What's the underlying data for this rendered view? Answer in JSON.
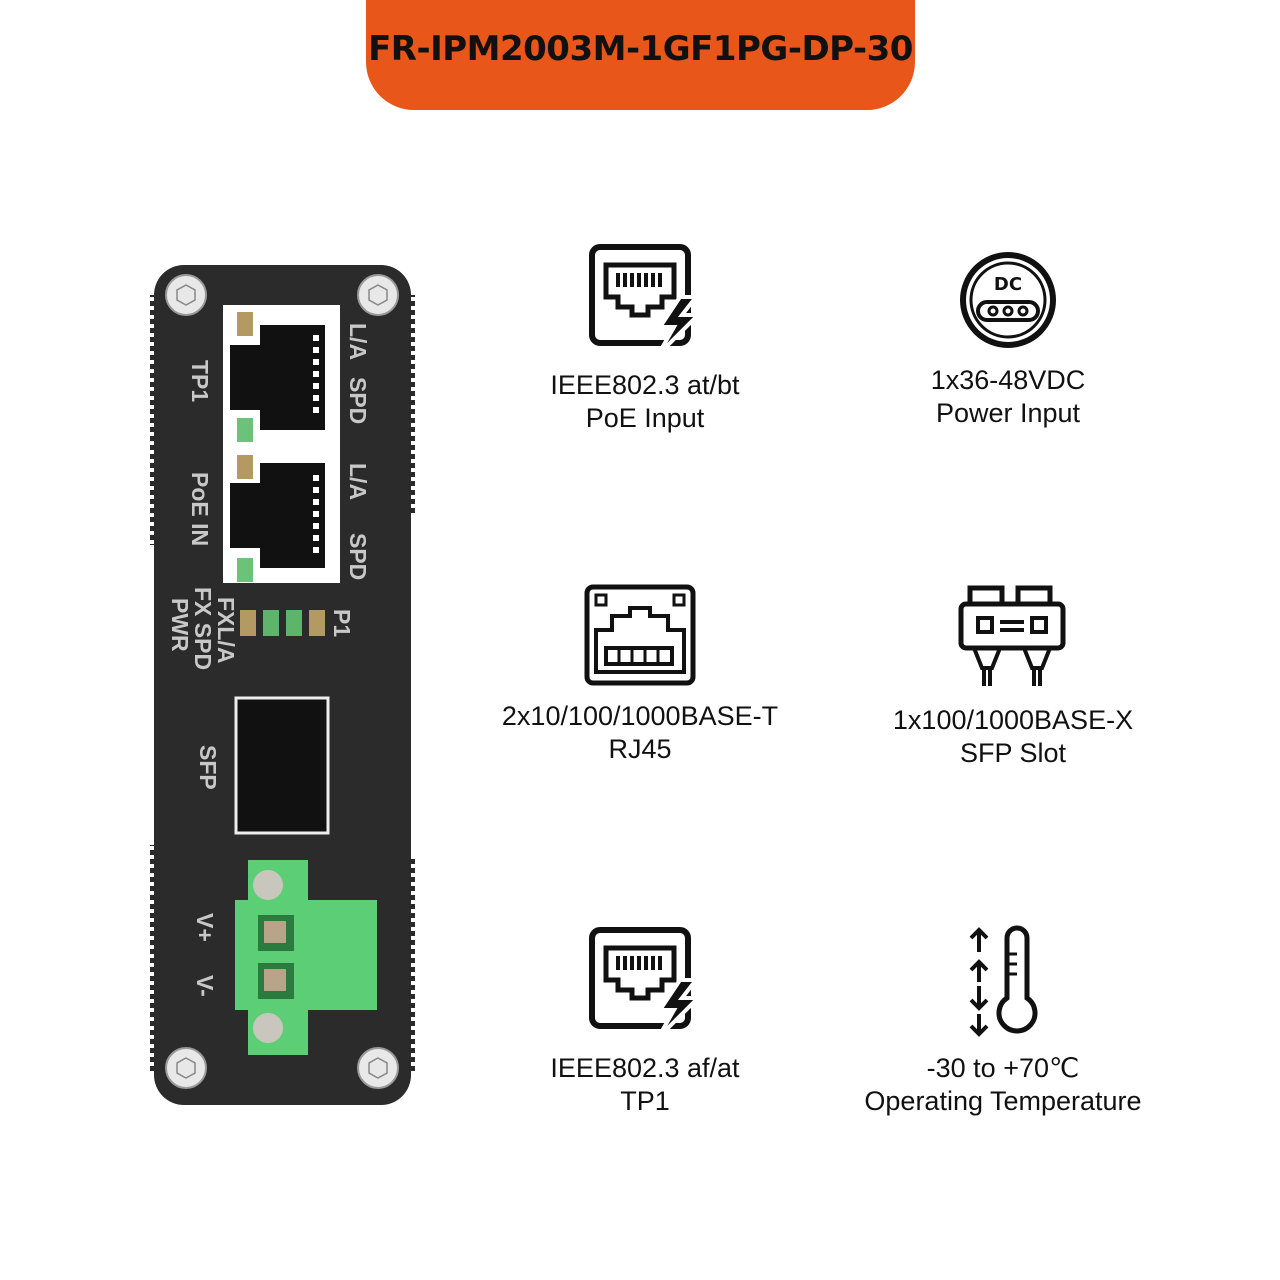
{
  "header": {
    "title": "FR-IPM2003M-1GF1PG-DP-30",
    "color": "#e8561a"
  },
  "device": {
    "labels": {
      "tp1": "TP1",
      "poe_in": "PoE IN",
      "la1": "L/A",
      "spd1": "SPD",
      "la2": "L/A",
      "spd2": "SPD",
      "fxla": "FXL/A",
      "fxspd": "FX SPD",
      "pwr": "PWR",
      "p1": "P1",
      "sfp": "SFP",
      "vplus": "V+",
      "vminus": "V-"
    }
  },
  "features": [
    {
      "icon": "poe-ethernet-icon",
      "line1": "IEEE802.3 at/bt",
      "line2": "PoE Input"
    },
    {
      "icon": "dc-power-icon",
      "line1": "1x36-48VDC",
      "line2": "Power Input",
      "icon_text": "DC"
    },
    {
      "icon": "rj45-port-icon",
      "line1": "2x10/100/1000BASE-T",
      "line2": "RJ45"
    },
    {
      "icon": "sfp-module-icon",
      "line1": "1x100/1000BASE-X",
      "line2": "SFP Slot"
    },
    {
      "icon": "poe-ethernet-icon",
      "line1": "IEEE802.3 af/at",
      "line2": "TP1"
    },
    {
      "icon": "thermometer-icon",
      "line1": "-30 to +70℃",
      "line2": "Operating Temperature"
    }
  ]
}
